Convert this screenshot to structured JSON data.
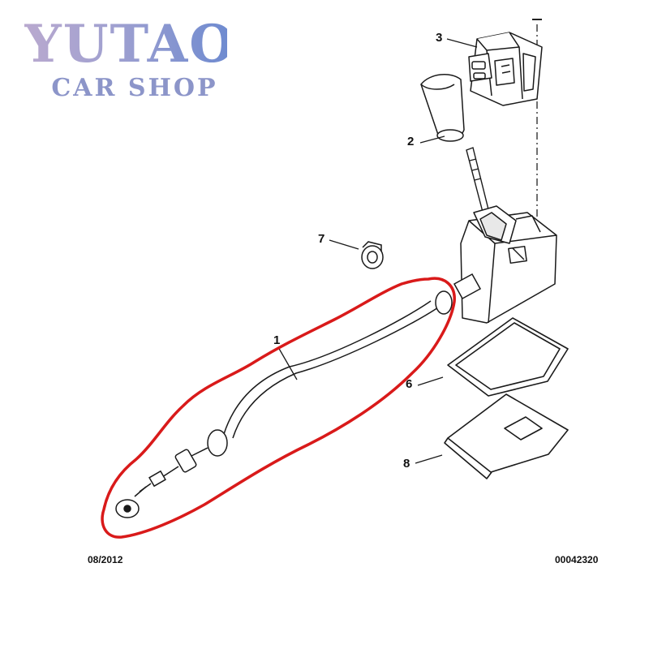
{
  "watermark": {
    "title": "YUTAO",
    "subtitle": "CAR SHOP"
  },
  "callouts": [
    {
      "id": "1",
      "label": "1"
    },
    {
      "id": "2",
      "label": "2"
    },
    {
      "id": "3",
      "label": "3"
    },
    {
      "id": "6",
      "label": "6"
    },
    {
      "id": "7",
      "label": "7"
    },
    {
      "id": "8",
      "label": "8"
    }
  ],
  "footer": {
    "date": "08/2012",
    "reference": "00042320"
  },
  "colors": {
    "highlight": "#d91a1a",
    "line": "#1a1a1a",
    "watermark_start": "#b9a9cf",
    "watermark_end": "#6f8bd0"
  }
}
